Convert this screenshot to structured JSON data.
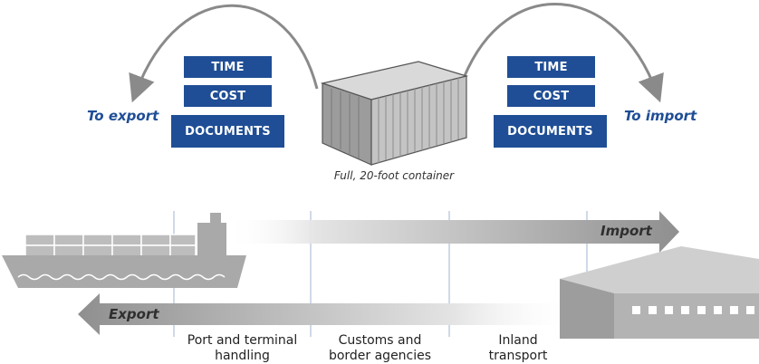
{
  "heading": "",
  "export_side": {
    "direction_label": "To export",
    "boxes": [
      "TIME",
      "COST",
      "DOCUMENTS"
    ]
  },
  "import_side": {
    "direction_label": "To import",
    "boxes": [
      "TIME",
      "COST",
      "DOCUMENTS"
    ]
  },
  "container_caption": "Full, 20-foot container",
  "flows": {
    "import_label": "Import",
    "export_label": "Export"
  },
  "stages": [
    {
      "line1": "Port and terminal",
      "line2": "handling"
    },
    {
      "line1": "Customs and",
      "line2": "border agencies"
    },
    {
      "line1": "Inland",
      "line2": "transport"
    }
  ],
  "icons": [
    "curved-arrow-icon",
    "shipping-container-icon",
    "cargo-ship-icon",
    "warehouse-icon",
    "flow-arrow-icon"
  ],
  "colors": {
    "box_fill": "#1f4e96",
    "label_blue": "#1f4e96",
    "arrow_gray": "#8a8a8a",
    "ship_gray": "#a9a9a9",
    "warehouse_gray": "#a6a6a6",
    "divider_blue": "#9fb3d1"
  }
}
